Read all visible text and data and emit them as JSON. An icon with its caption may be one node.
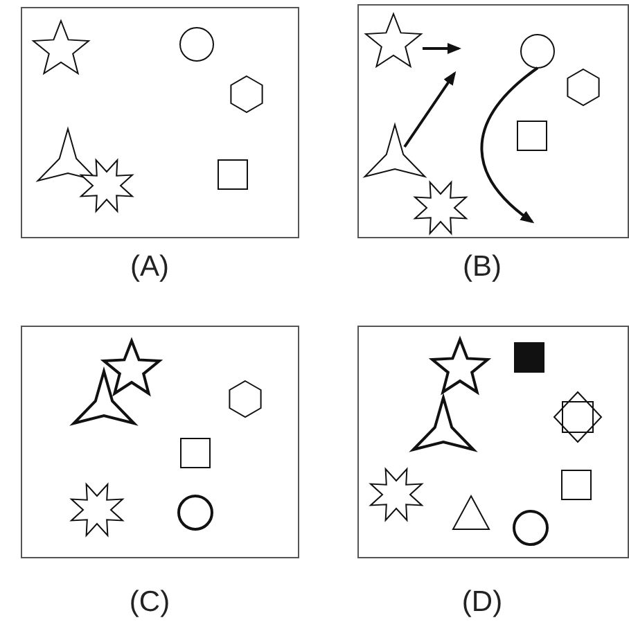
{
  "diagram": {
    "nodes": [
      {
        "text": [],
        "shape": "box",
        "beside": [
          "(A)"
        ]
      },
      {
        "text": [],
        "shape": "box",
        "beside": [
          "(B)"
        ]
      },
      {
        "text": [],
        "shape": "star",
        "in": 1
      },
      {
        "text": [],
        "shape": "circle",
        "in": 1
      },
      {
        "text": [],
        "shape": "hexagon",
        "in": 1
      },
      {
        "text": [],
        "shape": "box",
        "in": 1
      },
      {
        "text": [],
        "shape": "star",
        "in": 1
      },
      {
        "text": [],
        "shape": "star",
        "in": 1
      },
      {
        "text": [],
        "shape": "box",
        "beside": [
          "(C)"
        ]
      },
      {
        "text": [],
        "shape": "box",
        "beside": [
          "(D)"
        ]
      }
    ],
    "edges": [
      {
        "from": 2,
        "to": null,
        "arrow": "to"
      },
      {
        "from": 6,
        "to": null,
        "arrow": "to"
      },
      {
        "from": 3,
        "to": null,
        "arrow": "to"
      }
    ]
  }
}
